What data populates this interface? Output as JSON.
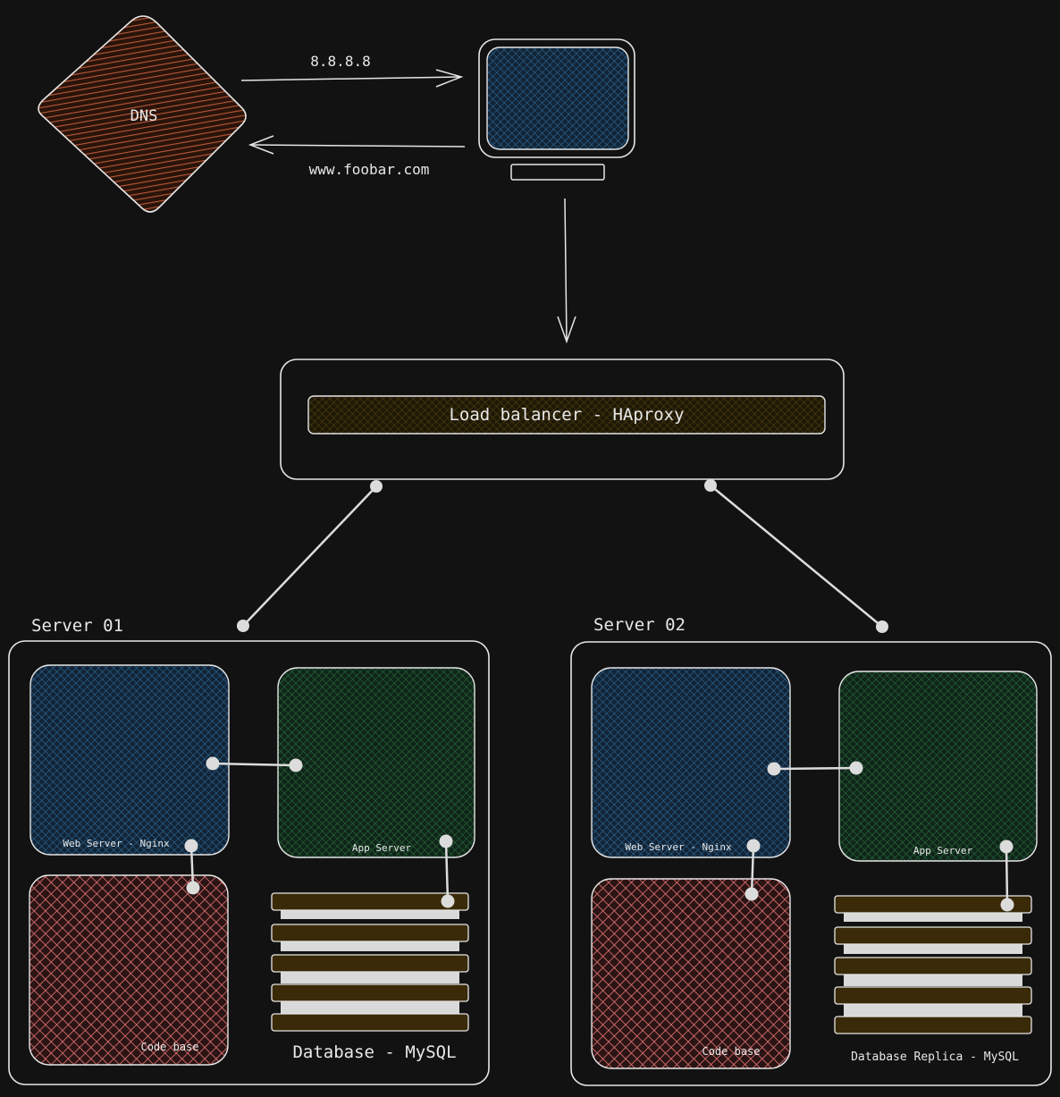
{
  "colors": {
    "background": "#121212",
    "stroke": "#e6e6e6",
    "dns_fill": "#7a3a1e",
    "client_fill": "#1e4a6e",
    "lb_fill": "#3b2e0c",
    "web_fill": "#1e4a6e",
    "app_fill": "#1a4a24",
    "code_fill": "#e87777",
    "db_stripe": "#3a2a08",
    "db_band": "#d9d9d9"
  },
  "dns": {
    "label": "DNS",
    "icon": "dns-diamond-icon"
  },
  "client": {
    "icon": "computer-monitor-icon"
  },
  "arrows": {
    "request_label": "8.8.8.8",
    "response_label": "www.foobar.com"
  },
  "load_balancer": {
    "label": "Load balancer - HAproxy"
  },
  "servers": [
    {
      "title": "Server 01",
      "web_label": "Web Server - Nginx",
      "app_label": "App Server",
      "code_label": "Code base",
      "db_label": "Database - MySQL"
    },
    {
      "title": "Server 02",
      "web_label": "Web Server - Nginx",
      "app_label": "App Server",
      "code_label": "Code base",
      "db_label": "Database Replica - MySQL"
    }
  ]
}
